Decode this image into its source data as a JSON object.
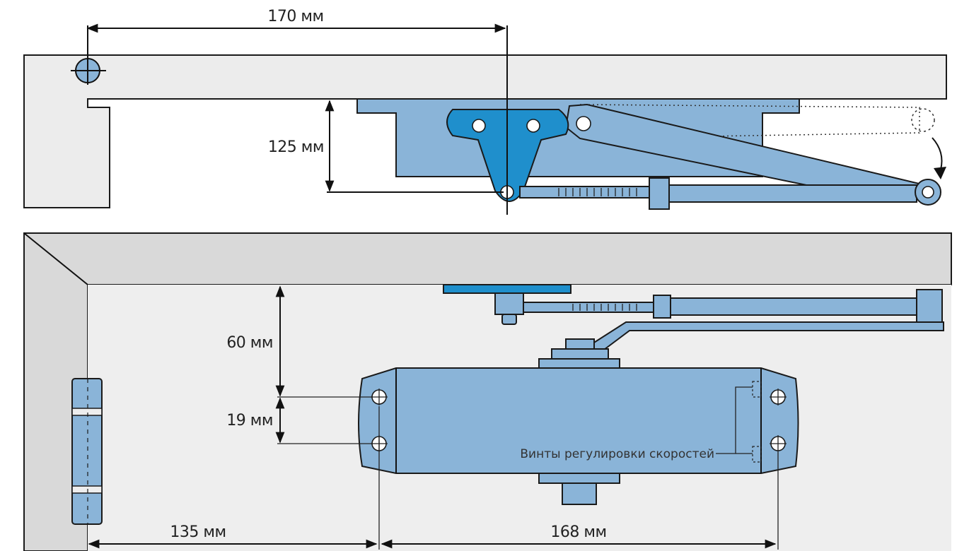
{
  "dimensions": {
    "width_170": "170 мм",
    "height_125": "125 мм",
    "offset_60": "60 мм",
    "spacing_19": "19 мм",
    "distance_135": "135 мм",
    "distance_168": "168 мм"
  },
  "annotations": {
    "speed_screws": "Винты регулировки скоростей"
  },
  "colors": {
    "body": "#8ab4d8",
    "bracket": "#1f8fcc",
    "wall": "#d9d9d9",
    "door": "#ececec"
  }
}
